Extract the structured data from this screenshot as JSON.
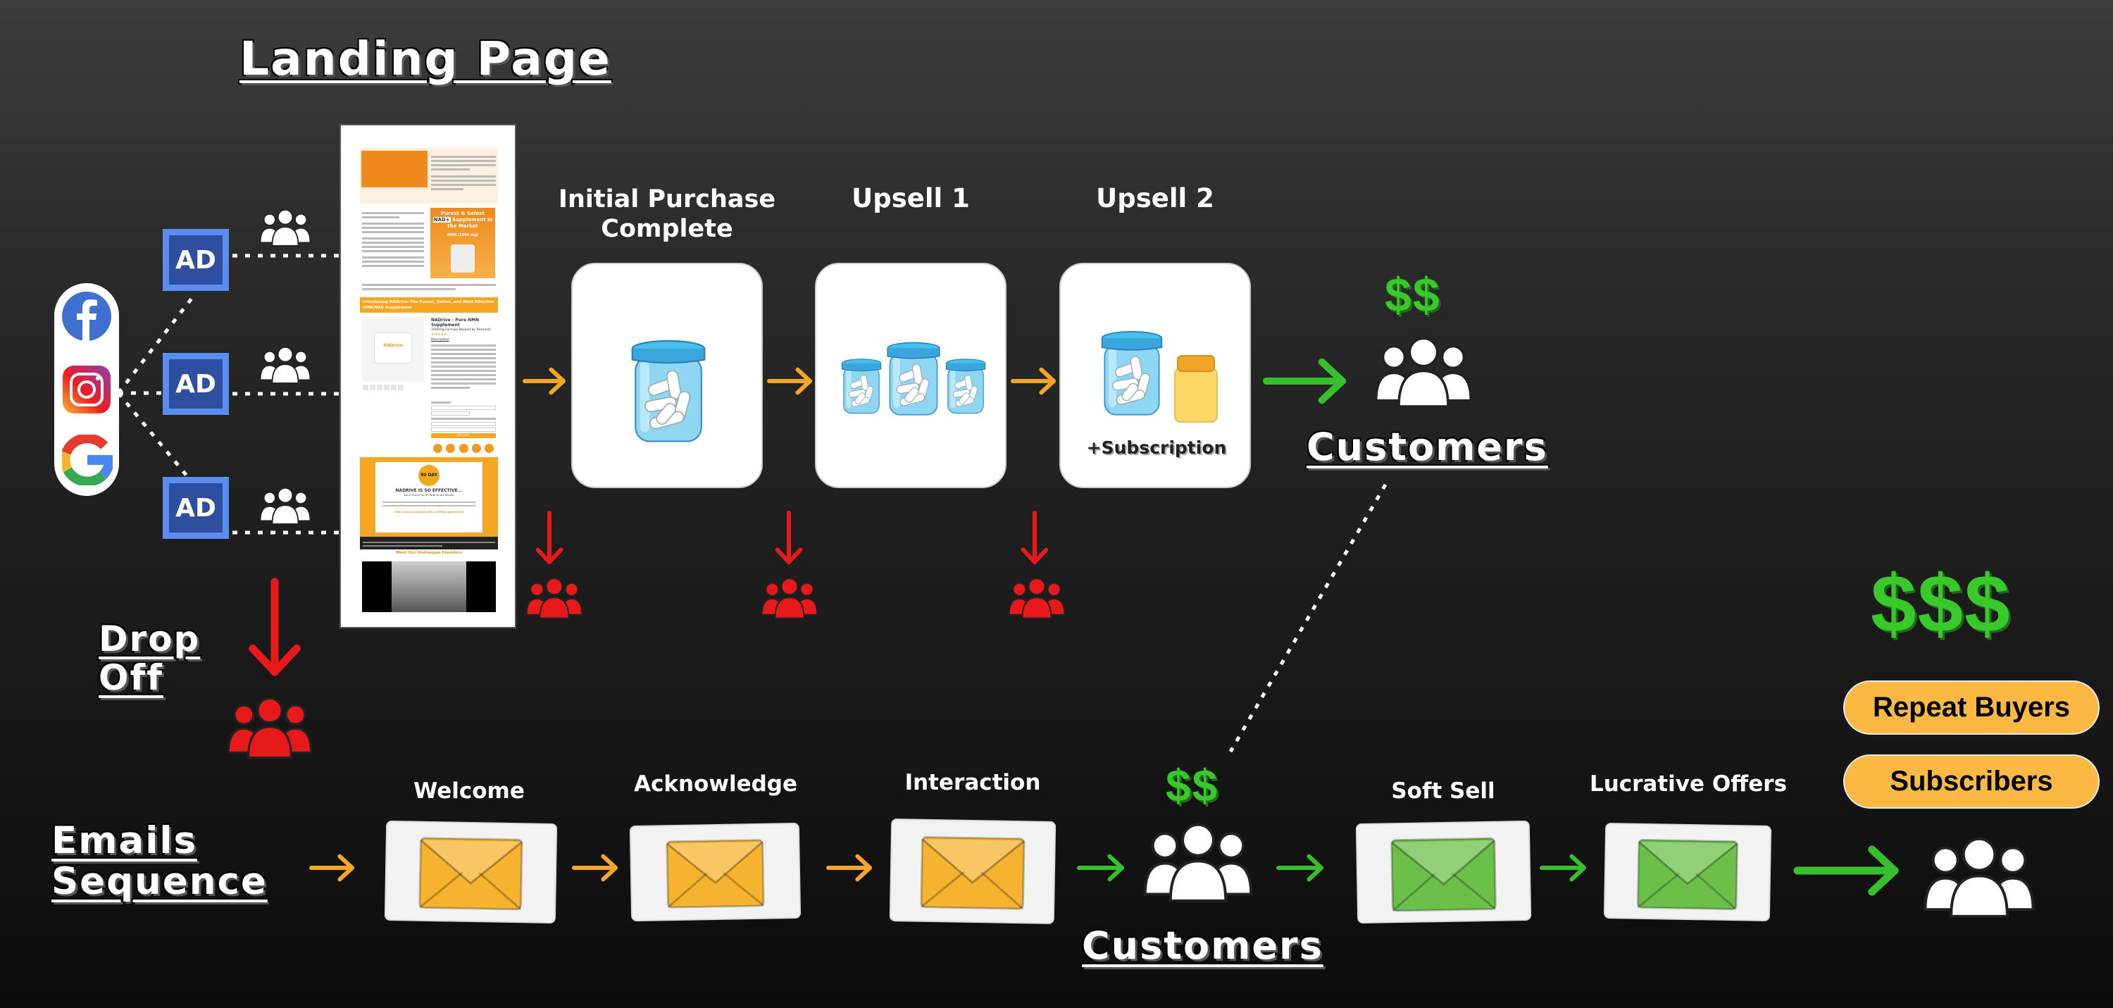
{
  "titles": {
    "landing_page": "Landing Page",
    "drop_off": "Drop Off",
    "emails_sequence": "Emails Sequence"
  },
  "traffic_sources": {
    "icons": [
      "facebook-icon",
      "instagram-icon",
      "google-icon"
    ]
  },
  "ads": [
    {
      "label": "AD"
    },
    {
      "label": "AD"
    },
    {
      "label": "AD"
    }
  ],
  "landing_page": {
    "hero_text": "Purest & Safest",
    "hero_highlight": "NAD+",
    "hero_rest": "Supplement in the Market",
    "hero_sub": "NMN (1000 mg)",
    "banner": "Introducing NADrive: The Purest, Safest, and Most Effective NMN/NAD Supplement",
    "product_title": "NADrive - Pure NMN Supplement",
    "product_subtitle": "1000mg Formula Backed by Research",
    "product_brand": "NADrive",
    "description_tab": "Description",
    "buy_button": "BUY NOW",
    "guarantee_badge": "90 DAY",
    "guarantee_title": "NADRIVE IS SO EFFECTIVE...",
    "guarantee_sub": "We're Giving You 90 Days to See Results",
    "guarantee_cta": "That's why we proudly offer a 90-day guarantee!",
    "founders": "Meet Our Humaspan Founders"
  },
  "funnel": {
    "initial_purchase": "Initial Purchase Complete",
    "upsell_1": "Upsell 1",
    "upsell_2": "Upsell 2",
    "subscription": "+Subscription",
    "dollars": "$$",
    "customers": "Customers"
  },
  "emails": {
    "items": [
      {
        "label": "Welcome",
        "color": "#f6b32f"
      },
      {
        "label": "Acknowledge",
        "color": "#f6b32f"
      },
      {
        "label": "Interaction",
        "color": "#f6b32f"
      },
      {
        "label": "Soft Sell",
        "color": "#6cc04a"
      },
      {
        "label": "Lucrative Offers",
        "color": "#6cc04a"
      }
    ],
    "dollars": "$$",
    "customers": "Customers"
  },
  "outcome": {
    "dollars": "$$$",
    "badges": [
      "Repeat Buyers",
      "Subscribers"
    ]
  },
  "colors": {
    "arrow_orange": "#f5a623",
    "arrow_red": "#e8191b",
    "arrow_green": "#35c02c",
    "ad_border": "#5b8df0",
    "ad_fill": "#2e4f9f",
    "badge": "#fbb843",
    "dollar": "#39c92b"
  }
}
